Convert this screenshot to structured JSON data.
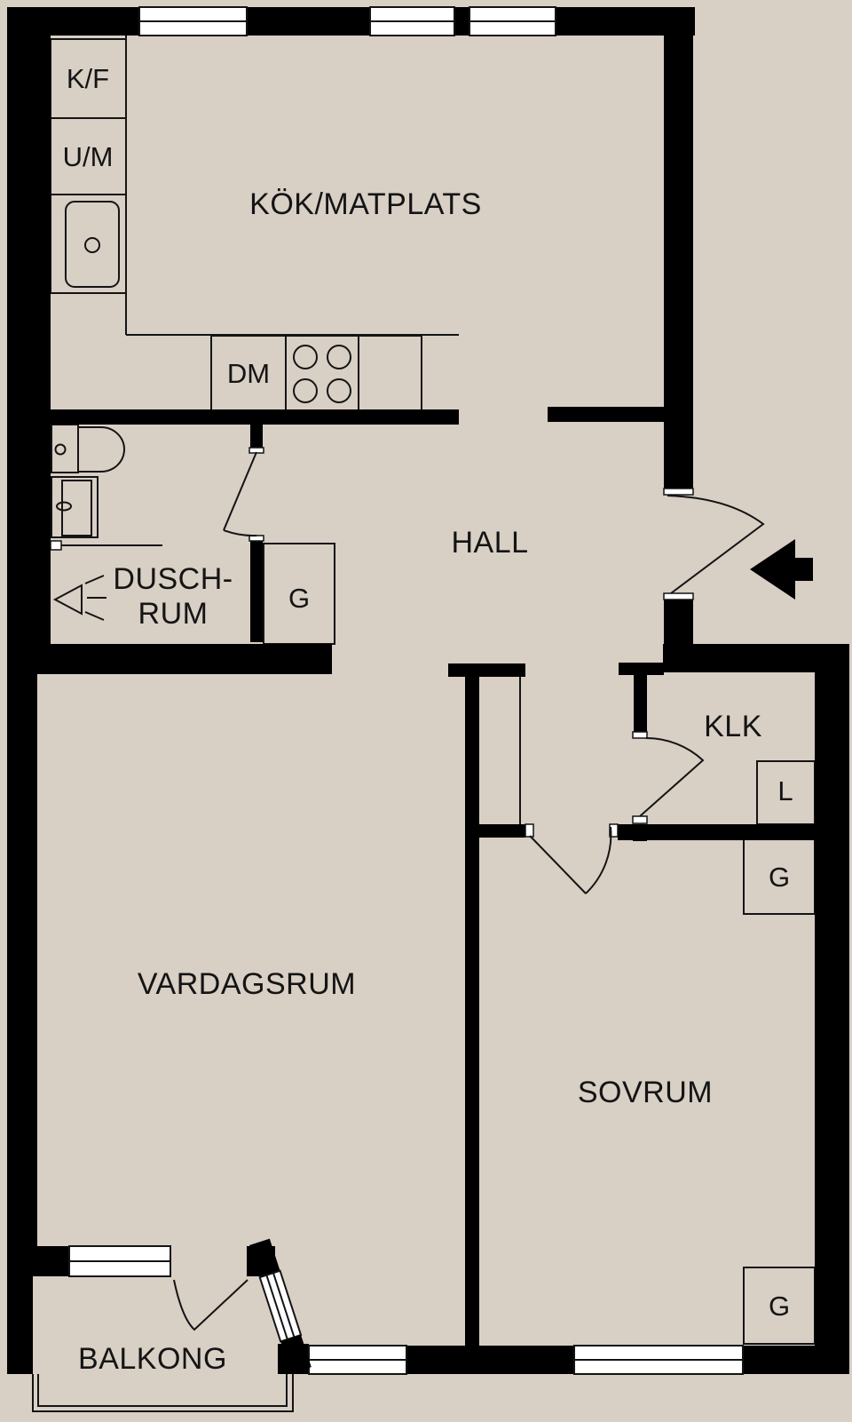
{
  "colors": {
    "background": "#d8cfc5",
    "wall": "#000000",
    "window": "#ffffff",
    "line": "#141414"
  },
  "rooms": {
    "kitchen": {
      "label": "KÖK/MATPLATS"
    },
    "shower_room": {
      "label_line1": "DUSCH-",
      "label_line2": "RUM"
    },
    "hall": {
      "label": "HALL"
    },
    "closet": {
      "label": "KLK"
    },
    "living_room": {
      "label": "VARDAGSRUM"
    },
    "bedroom": {
      "label": "SOVRUM"
    },
    "balcony": {
      "label": "BALKONG"
    }
  },
  "fixtures": {
    "fridge_freezer": {
      "label": "K/F"
    },
    "washing_machine": {
      "label": "U/M"
    },
    "dishwasher": {
      "label": "DM"
    },
    "hall_wardrobe": {
      "label": "G"
    },
    "linen_closet": {
      "label": "L"
    },
    "closet_wardrobe": {
      "label": "G"
    },
    "bedroom_wardrobe": {
      "label": "G"
    }
  }
}
